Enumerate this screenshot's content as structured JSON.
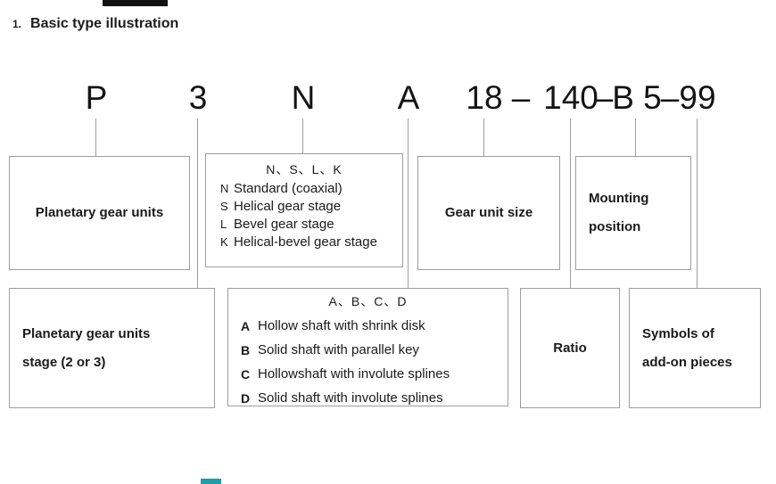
{
  "header": {
    "number": "1.",
    "title": "Basic type illustration"
  },
  "code": {
    "planetary": "P",
    "stage": "3",
    "gear_type": "N",
    "shaft_type": "A",
    "size": "18",
    "dash1": "–",
    "ratio": "140",
    "dash2": "–",
    "mounting": "B 5",
    "dash3": "–",
    "addon": "99"
  },
  "boxes": {
    "planetary": {
      "label": "Planetary gear units"
    },
    "gear_type": {
      "header": "N、S、L、K",
      "items": [
        {
          "key": "N",
          "label": "Standard (coaxial)"
        },
        {
          "key": "S",
          "label": "Helical gear stage"
        },
        {
          "key": "L",
          "label": "Bevel gear stage"
        },
        {
          "key": "K",
          "label": "Helical-bevel gear stage"
        }
      ]
    },
    "gear_unit_size": {
      "label": "Gear unit size"
    },
    "mounting": {
      "line1": "Mounting",
      "line2": "position"
    },
    "stage": {
      "line1": "Planetary gear units",
      "line2": "stage (2 or 3)"
    },
    "shaft_type": {
      "header": "A、B、C、D",
      "items": [
        {
          "key": "A",
          "label": "Hollow shaft with shrink disk"
        },
        {
          "key": "B",
          "label": "Solid shaft with parallel key"
        },
        {
          "key": "C",
          "label": "Hollowshaft with involute splines"
        },
        {
          "key": "D",
          "label": "Solid shaft with involute splines"
        }
      ]
    },
    "ratio": {
      "label": "Ratio"
    },
    "symbols": {
      "line1": "Symbols of",
      "line2": "add-on pieces"
    }
  },
  "colors": {
    "line": "#9e9e9e",
    "accent_bar": "#1ba0a8"
  }
}
